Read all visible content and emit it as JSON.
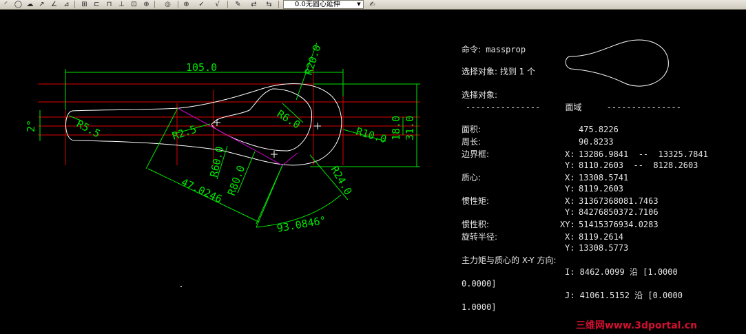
{
  "toolbar": {
    "icons": [
      "arc-tool-icon",
      "circle-tool-icon",
      "revision-cloud-icon",
      "polyline-icon",
      "angle-icon",
      "linear-dimension-icon",
      "aligned-dimension-icon",
      "baseline-dimension-icon",
      "continue-dimension-icon",
      "leader-icon",
      "tolerance-icon",
      "center-mark-icon",
      "radius-dimension-icon",
      "check-icon",
      "jog-icon",
      "edit-dimension-icon",
      "edit-text-icon",
      "update-icon"
    ],
    "dim_style": "0.0无圆心延伸",
    "dim_style_arrow": "▼"
  },
  "drawing": {
    "dims": [
      "105.0",
      "R20.0",
      "R5.5",
      "2°",
      "R2.5",
      "R6.0",
      "R10.0",
      "18.0",
      "31.0",
      "R60.0",
      "R80.0",
      "R24.0",
      "47.0246",
      "93.0846°"
    ]
  },
  "massprop": {
    "command_label": "命令:",
    "command_value": "massprop",
    "select_found": "选择对象: 找到 1 个",
    "select_prompt": "选择对象:",
    "region_header": "---------------     面域     ---------------",
    "rows": [
      {
        "label": "面积:",
        "axis": "",
        "value": "475.8226"
      },
      {
        "label": "周长:",
        "axis": "",
        "value": "90.8233"
      },
      {
        "label": "边界框:",
        "axis": "X:",
        "value": "13286.9841  --  13325.7841"
      },
      {
        "label": "",
        "axis": "Y:",
        "value": "8110.2603  --  8128.2603"
      },
      {
        "label": "质心:",
        "axis": "X:",
        "value": "13308.5741"
      },
      {
        "label": "",
        "axis": "Y:",
        "value": "8119.2603"
      },
      {
        "label": "惯性矩:",
        "axis": "X:",
        "value": "31367368081.7463"
      },
      {
        "label": "",
        "axis": "Y:",
        "value": "84276850372.7106"
      },
      {
        "label": "惯性积:",
        "axis": "XY:",
        "value": "51415376934.0283"
      },
      {
        "label": "旋转半径:",
        "axis": "X:",
        "value": "8119.2614"
      },
      {
        "label": "",
        "axis": "Y:",
        "value": "13308.5773"
      }
    ],
    "principal_label": "主力矩与质心的 X-Y 方向:",
    "principal_i": "I: 8462.0099 沿 [1.0000",
    "principal_i_cont": "0.0000]",
    "principal_j": "J: 41061.5152 沿 [0.0000",
    "principal_j_cont": "1.0000]"
  },
  "watermark": "三维网www.3dportal.cn"
}
